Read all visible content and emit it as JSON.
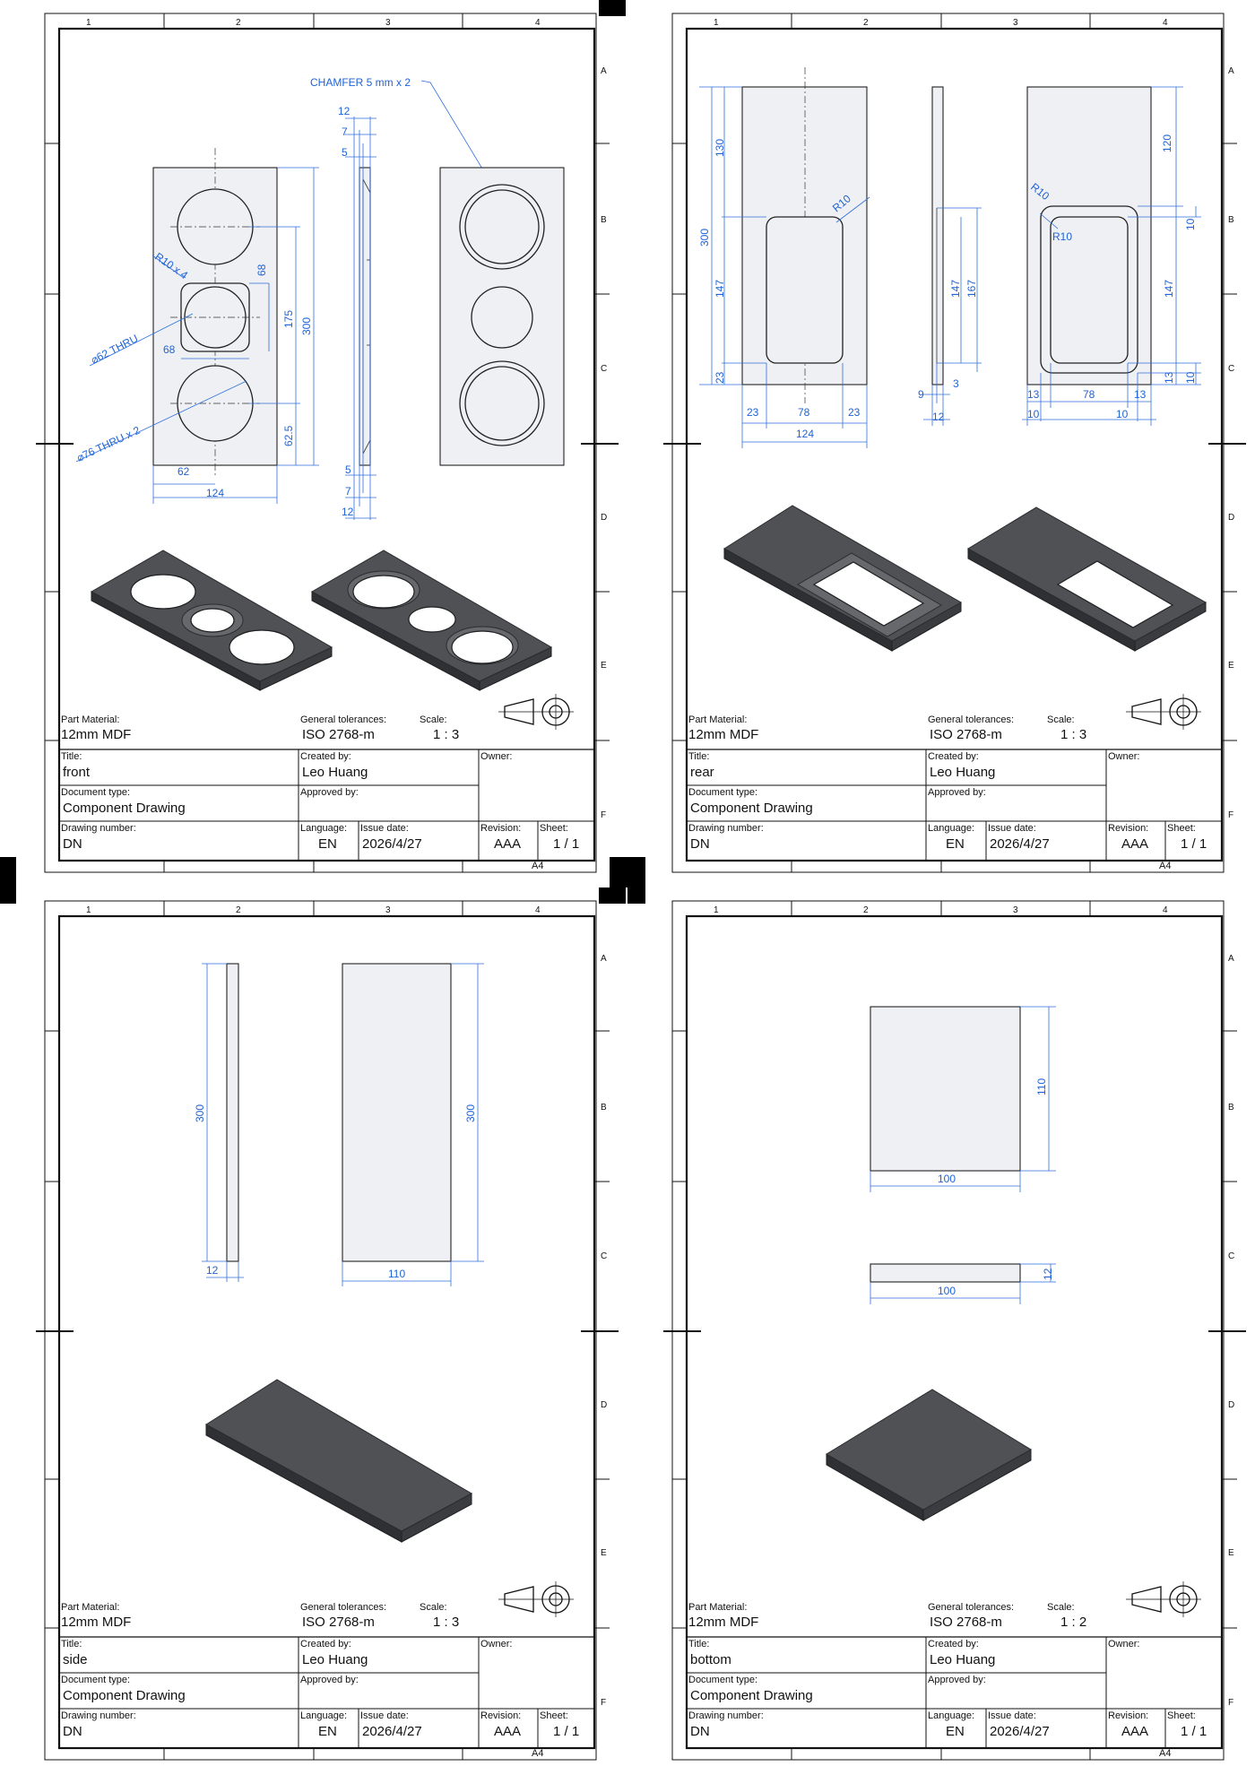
{
  "sheets": [
    {
      "id": "front",
      "part_material_label": "Part Material:",
      "part_material": "12mm MDF",
      "tolerances_label": "General tolerances:",
      "tolerances": "ISO 2768-m",
      "scale_label": "Scale:",
      "scale": "1 : 3",
      "title_label": "Title:",
      "title": "front",
      "created_by_label": "Created by:",
      "created_by": "Leo Huang",
      "owner_label": "Owner:",
      "doc_type_label": "Document type:",
      "doc_type": "Component Drawing",
      "approved_by_label": "Approved by:",
      "drawing_number_label": "Drawing number:",
      "drawing_number": "DN",
      "language_label": "Language:",
      "language": "EN",
      "issue_date_label": "Issue date:",
      "issue_date": "2026/4/27",
      "revision_label": "Revision:",
      "revision": "AAA",
      "sheet_label": "Sheet:",
      "sheet": "1 / 1",
      "paper_size": "A4",
      "dims": {
        "chamfer": "CHAMFER 5 mm x 2",
        "r10x4": "R10 x 4",
        "d62": "⌀62 THRU",
        "d76": "⌀76 THRU x 2",
        "d68a": "68",
        "d68b": "68",
        "d175": "175",
        "d300": "300",
        "d62_5": "62.5",
        "d62w": "62",
        "d124": "124",
        "t12a": "12",
        "t7a": "7",
        "t5a": "5",
        "t5b": "5",
        "t7b": "7",
        "t12b": "12"
      }
    },
    {
      "id": "rear",
      "part_material_label": "Part Material:",
      "part_material": "12mm MDF",
      "tolerances_label": "General tolerances:",
      "tolerances": "ISO 2768-m",
      "scale_label": "Scale:",
      "scale": "1 : 3",
      "title_label": "Title:",
      "title": "rear",
      "created_by_label": "Created by:",
      "created_by": "Leo Huang",
      "owner_label": "Owner:",
      "doc_type_label": "Document type:",
      "doc_type": "Component Drawing",
      "approved_by_label": "Approved by:",
      "drawing_number_label": "Drawing number:",
      "drawing_number": "DN",
      "language_label": "Language:",
      "language": "EN",
      "issue_date_label": "Issue date:",
      "issue_date": "2026/4/27",
      "revision_label": "Revision:",
      "revision": "AAA",
      "sheet_label": "Sheet:",
      "sheet": "1 / 1",
      "paper_size": "A4",
      "dims": {
        "d130": "130",
        "d300": "300",
        "d147": "147",
        "d23v": "23",
        "r10a": "R10",
        "d23l": "23",
        "d78": "78",
        "d23r": "23",
        "d124": "124",
        "d147b": "147",
        "d167": "167",
        "d9": "9",
        "d3": "3",
        "d12": "12",
        "d120": "120",
        "r10b": "R10",
        "r10c": "R10",
        "d10a": "10",
        "d147c": "147",
        "d13a": "13",
        "d10b": "10",
        "d13l": "13",
        "d78b": "78",
        "d13r": "13",
        "d10l": "10",
        "d10r": "10"
      }
    },
    {
      "id": "side",
      "part_material_label": "Part Material:",
      "part_material": "12mm MDF",
      "tolerances_label": "General tolerances:",
      "tolerances": "ISO 2768-m",
      "scale_label": "Scale:",
      "scale": "1 : 3",
      "title_label": "Title:",
      "title": "side",
      "created_by_label": "Created by:",
      "created_by": "Leo Huang",
      "owner_label": "Owner:",
      "doc_type_label": "Document type:",
      "doc_type": "Component Drawing",
      "approved_by_label": "Approved by:",
      "drawing_number_label": "Drawing number:",
      "drawing_number": "DN",
      "language_label": "Language:",
      "language": "EN",
      "issue_date_label": "Issue date:",
      "issue_date": "2026/4/27",
      "revision_label": "Revision:",
      "revision": "AAA",
      "sheet_label": "Sheet:",
      "sheet": "1 / 1",
      "paper_size": "A4",
      "dims": {
        "d300a": "300",
        "d12": "12",
        "d300b": "300",
        "d110": "110"
      }
    },
    {
      "id": "bottom",
      "part_material_label": "Part Material:",
      "part_material": "12mm MDF",
      "tolerances_label": "General tolerances:",
      "tolerances": "ISO 2768-m",
      "scale_label": "Scale:",
      "scale": "1 : 2",
      "title_label": "Title:",
      "title": "bottom",
      "created_by_label": "Created by:",
      "created_by": "Leo Huang",
      "owner_label": "Owner:",
      "doc_type_label": "Document type:",
      "doc_type": "Component Drawing",
      "approved_by_label": "Approved by:",
      "drawing_number_label": "Drawing number:",
      "drawing_number": "DN",
      "language_label": "Language:",
      "language": "EN",
      "issue_date_label": "Issue date:",
      "issue_date": "2026/4/27",
      "revision_label": "Revision:",
      "revision": "AAA",
      "sheet_label": "Sheet:",
      "sheet": "1 / 1",
      "paper_size": "A4",
      "dims": {
        "d110": "110",
        "d100a": "100",
        "d12": "12",
        "d100b": "100"
      }
    }
  ],
  "zones": {
    "cols": [
      "1",
      "2",
      "3",
      "4"
    ],
    "rows": [
      "A",
      "B",
      "C",
      "D",
      "E",
      "F"
    ]
  },
  "icons": {
    "projection": "first-angle-projection-icon"
  }
}
